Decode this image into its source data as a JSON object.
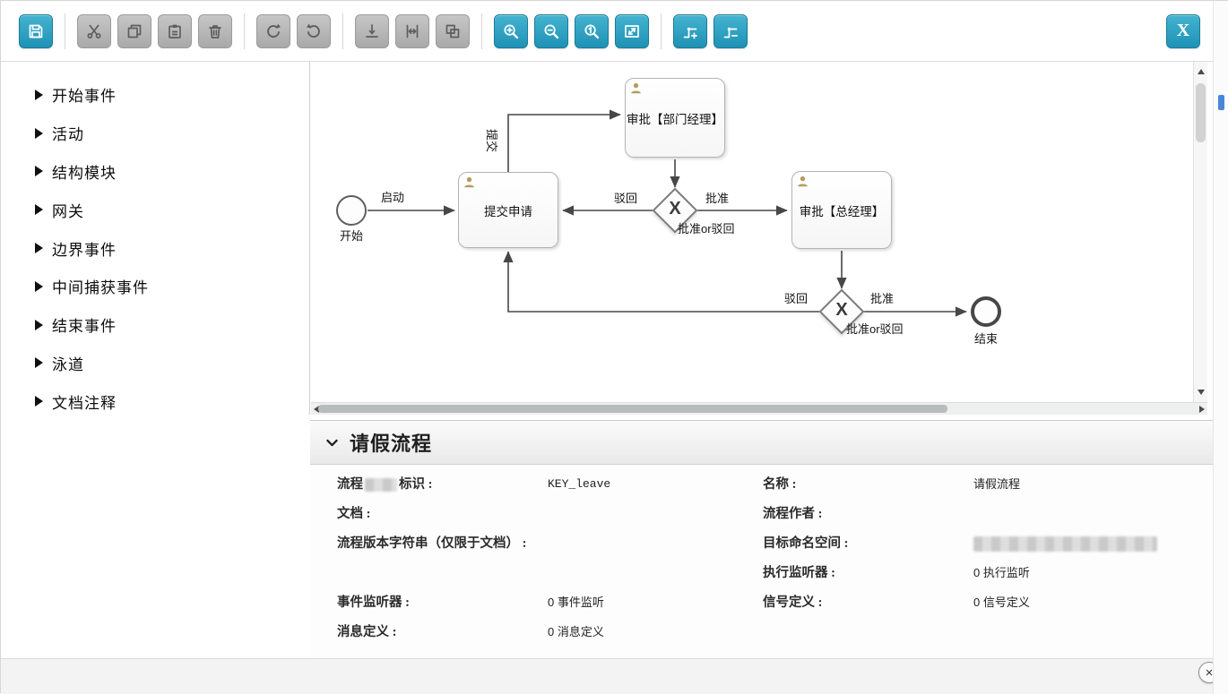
{
  "toolbar": {
    "close_label": "X",
    "buttons": [
      {
        "name": "save",
        "enabled": true
      },
      {
        "name": "cut",
        "enabled": false
      },
      {
        "name": "copy",
        "enabled": false
      },
      {
        "name": "paste",
        "enabled": false
      },
      {
        "name": "delete",
        "enabled": false
      },
      {
        "name": "redo",
        "enabled": false
      },
      {
        "name": "undo",
        "enabled": false
      },
      {
        "name": "align-vertical",
        "enabled": false
      },
      {
        "name": "align-horizontal",
        "enabled": false
      },
      {
        "name": "same-size",
        "enabled": false
      },
      {
        "name": "zoom-in",
        "enabled": true
      },
      {
        "name": "zoom-out",
        "enabled": true
      },
      {
        "name": "zoom-actual",
        "enabled": true
      },
      {
        "name": "zoom-fit",
        "enabled": true
      },
      {
        "name": "add-bendpoint",
        "enabled": true
      },
      {
        "name": "remove-bendpoint",
        "enabled": true
      }
    ]
  },
  "palette": {
    "items": [
      "开始事件",
      "活动",
      "结构模块",
      "网关",
      "边界事件",
      "中间捕获事件",
      "结束事件",
      "泳道",
      "文档注释"
    ]
  },
  "diagram": {
    "start_label": "开始",
    "end_label": "结束",
    "tasks": {
      "submit": "提交申请",
      "dept_manager": "审批【部门经理】",
      "general_manager": "审批【总经理】"
    },
    "gateway_mark": "X",
    "edge_labels": {
      "launch": "启动",
      "submit": "提交",
      "reject1": "驳回",
      "approve1": "批准",
      "gateway1_caption": "批准or驳回",
      "reject2": "驳回",
      "approve2": "批准",
      "gateway2_caption": "批准or驳回"
    }
  },
  "properties": {
    "title": "请假流程",
    "fields": {
      "process_key_label_prefix": "流程",
      "process_key_label_suffix": "标识 :",
      "process_key_value": "KEY_leave",
      "name_label": "名称 :",
      "name_value": "请假流程",
      "doc_label": "文档 :",
      "author_label": "流程作者 :",
      "version_label": "流程版本字符串（仅限于文档） :",
      "namespace_label": "目标命名空间 :",
      "exec_listener_label": "执行监听器 :",
      "exec_listener_value": "0 执行监听",
      "event_listener_label": "事件监听器 :",
      "event_listener_value": "0 事件监听",
      "signal_label": "信号定义 :",
      "signal_value": "0 信号定义",
      "message_label": "消息定义 :",
      "message_value": "0 消息定义"
    }
  },
  "footer": {
    "close_icon": "×"
  }
}
